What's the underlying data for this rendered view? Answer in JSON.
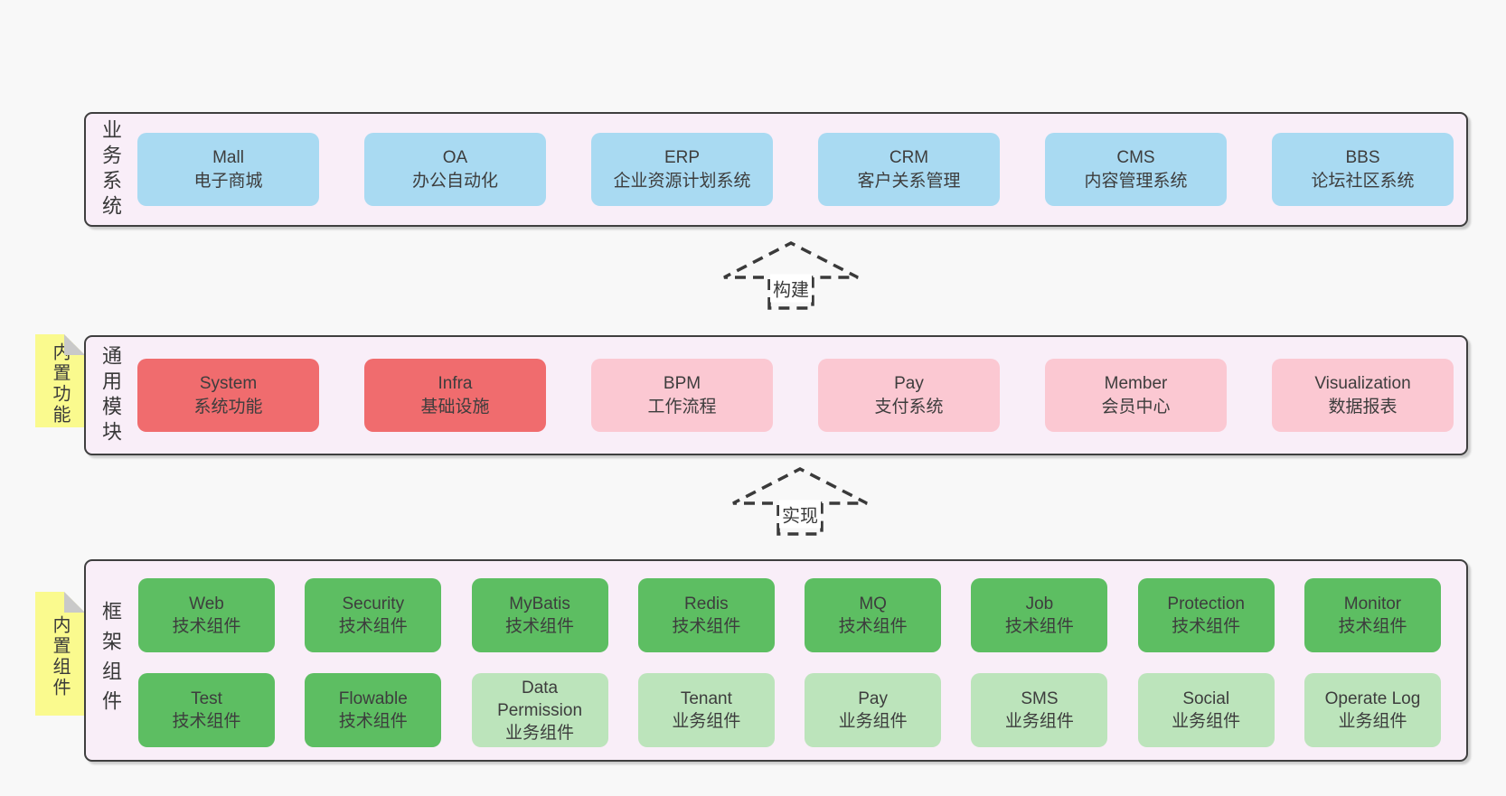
{
  "diagram_title": "",
  "colors": {
    "page_bg": "#f8f8f8",
    "container_bg": "#f9eef8",
    "container_border": "#3f3f3f",
    "blue": "#a9daf2",
    "red": "#f06c6e",
    "pink": "#fbc8d2",
    "green": "#5dbe62",
    "light_green": "#bce4bb",
    "sticky": "#fafa8e",
    "sticky_fold": "#c9c9c9",
    "text": "#3d3d3d",
    "dash": "#3a3a3a"
  },
  "arrows": [
    {
      "label": "构建"
    },
    {
      "label": "实现"
    }
  ],
  "layers": [
    {
      "label": "业务系统",
      "boxes": [
        {
          "en": "Mall",
          "zh": "电子商城"
        },
        {
          "en": "OA",
          "zh": "办公自动化"
        },
        {
          "en": "ERP",
          "zh": "企业资源计划系统"
        },
        {
          "en": "CRM",
          "zh": "客户关系管理"
        },
        {
          "en": "CMS",
          "zh": "内容管理系统"
        },
        {
          "en": "BBS",
          "zh": "论坛社区系统"
        }
      ]
    },
    {
      "label": "通用模块",
      "sticky": "内置功能",
      "boxes": [
        {
          "en": "System",
          "zh": "系统功能"
        },
        {
          "en": "Infra",
          "zh": "基础设施"
        },
        {
          "en": "BPM",
          "zh": "工作流程"
        },
        {
          "en": "Pay",
          "zh": "支付系统"
        },
        {
          "en": "Member",
          "zh": "会员中心"
        },
        {
          "en": "Visualization",
          "zh": "数据报表"
        }
      ]
    },
    {
      "label": "框架组件",
      "sticky": "内置组件",
      "row1": [
        {
          "en": "Web",
          "zh": "技术组件"
        },
        {
          "en": "Security",
          "zh": "技术组件"
        },
        {
          "en": "MyBatis",
          "zh": "技术组件"
        },
        {
          "en": "Redis",
          "zh": "技术组件"
        },
        {
          "en": "MQ",
          "zh": "技术组件"
        },
        {
          "en": "Job",
          "zh": "技术组件"
        },
        {
          "en": "Protection",
          "zh": "技术组件"
        },
        {
          "en": "Monitor",
          "zh": "技术组件"
        }
      ],
      "row2": [
        {
          "en": "Test",
          "zh": "技术组件"
        },
        {
          "en": "Flowable",
          "zh": "技术组件"
        },
        {
          "en": "Data\nPermission",
          "zh": "业务组件"
        },
        {
          "en": "Tenant",
          "zh": "业务组件"
        },
        {
          "en": "Pay",
          "zh": "业务组件"
        },
        {
          "en": "SMS",
          "zh": "业务组件"
        },
        {
          "en": "Social",
          "zh": "业务组件"
        },
        {
          "en": "Operate Log",
          "zh": "业务组件"
        }
      ]
    }
  ]
}
